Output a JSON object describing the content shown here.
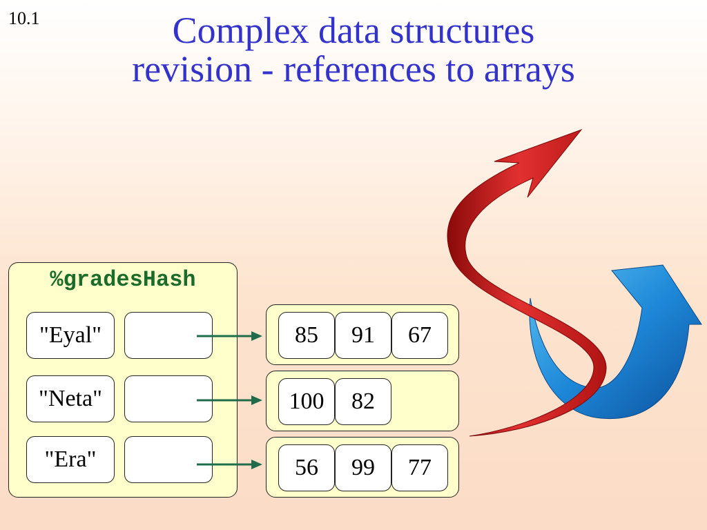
{
  "slide_number": "10.1",
  "title": {
    "line1": "Complex data structures",
    "line2": "revision - references to arrays"
  },
  "hash": {
    "name": "%gradesHash",
    "entries": [
      {
        "key": "\"Eyal\"",
        "values": [
          "85",
          "91",
          "67"
        ]
      },
      {
        "key": "\"Neta\"",
        "values": [
          "100",
          "82"
        ]
      },
      {
        "key": "\"Era\"",
        "values": [
          "56",
          "99",
          "77"
        ]
      }
    ]
  },
  "colors": {
    "title": "#3333cc",
    "hash_name": "#1b6b2a",
    "box_fill": "#ffffcc",
    "arrow": "#1f6b4a",
    "red_arrow": "#d42020",
    "blue_arrow": "#1e88d8"
  },
  "decorations": [
    "red-curved-arrow",
    "blue-curved-arrow"
  ]
}
